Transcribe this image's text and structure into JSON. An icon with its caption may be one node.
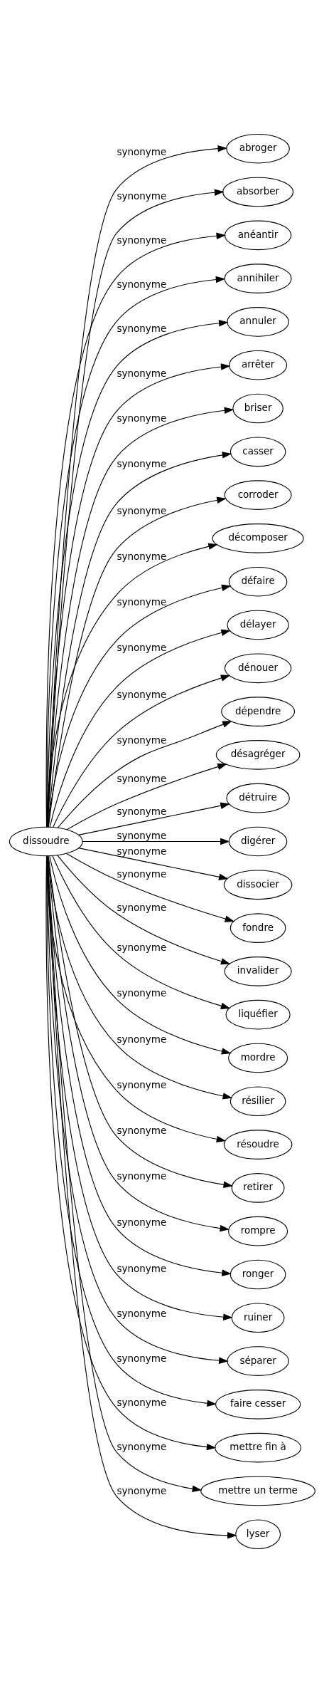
{
  "diagram": {
    "nodes": [
      {
        "text": [
          "dissoudre"
        ]
      },
      {
        "text": [
          "abroger"
        ]
      },
      {
        "text": [
          "absorber"
        ]
      },
      {
        "text": [
          "anéantir"
        ]
      },
      {
        "text": [
          "annihiler"
        ]
      },
      {
        "text": [
          "annuler"
        ]
      },
      {
        "text": [
          "arrêter"
        ]
      },
      {
        "text": [
          "briser"
        ]
      },
      {
        "text": [
          "casser"
        ]
      },
      {
        "text": [
          "corroder"
        ]
      },
      {
        "text": [
          "décomposer"
        ]
      },
      {
        "text": [
          "défaire"
        ]
      },
      {
        "text": [
          "délayer"
        ]
      },
      {
        "text": [
          "dénouer"
        ]
      },
      {
        "text": [
          "dépendre"
        ]
      },
      {
        "text": [
          "désagréger"
        ]
      },
      {
        "text": [
          "détruire"
        ]
      },
      {
        "text": [
          "digérer"
        ]
      },
      {
        "text": [
          "dissocier"
        ]
      },
      {
        "text": [
          "fondre"
        ]
      },
      {
        "text": [
          "invalider"
        ]
      },
      {
        "text": [
          "liquéfier"
        ]
      },
      {
        "text": [
          "mordre"
        ]
      },
      {
        "text": [
          "résilier"
        ]
      },
      {
        "text": [
          "résoudre"
        ]
      },
      {
        "text": [
          "retirer"
        ]
      },
      {
        "text": [
          "rompre"
        ]
      },
      {
        "text": [
          "ronger"
        ]
      },
      {
        "text": [
          "ruiner"
        ]
      },
      {
        "text": [
          "séparer"
        ]
      },
      {
        "text": [
          "faire cesser"
        ]
      },
      {
        "text": [
          "mettre fin à"
        ]
      },
      {
        "text": [
          "mettre un terme"
        ]
      },
      {
        "text": [
          "lyser"
        ]
      }
    ],
    "edges": [
      {
        "from": 0,
        "to": 1,
        "arrow": "to",
        "label": "synonyme"
      },
      {
        "from": 0,
        "to": 2,
        "arrow": "to",
        "label": "synonyme"
      },
      {
        "from": 0,
        "to": 3,
        "arrow": "to",
        "label": "synonyme"
      },
      {
        "from": 0,
        "to": 4,
        "arrow": "to",
        "label": "synonyme"
      },
      {
        "from": 0,
        "to": 5,
        "arrow": "to",
        "label": "synonyme"
      },
      {
        "from": 0,
        "to": 6,
        "arrow": "to",
        "label": "synonyme"
      },
      {
        "from": 0,
        "to": 7,
        "arrow": "to",
        "label": "synonyme"
      },
      {
        "from": 0,
        "to": 8,
        "arrow": "to",
        "label": "synonyme"
      },
      {
        "from": 0,
        "to": 9,
        "arrow": "to",
        "label": "synonyme"
      },
      {
        "from": 0,
        "to": 10,
        "arrow": "to",
        "label": "synonyme"
      },
      {
        "from": 0,
        "to": 11,
        "arrow": "to",
        "label": "synonyme"
      },
      {
        "from": 0,
        "to": 12,
        "arrow": "to",
        "label": "synonyme"
      },
      {
        "from": 0,
        "to": 13,
        "arrow": "to",
        "label": "synonyme"
      },
      {
        "from": 0,
        "to": 14,
        "arrow": "to",
        "label": "synonyme"
      },
      {
        "from": 0,
        "to": 15,
        "arrow": "to",
        "label": "synonyme"
      },
      {
        "from": 0,
        "to": 16,
        "arrow": "to",
        "label": "synonyme"
      },
      {
        "from": 0,
        "to": 17,
        "arrow": "to",
        "label": "synonyme"
      },
      {
        "from": 0,
        "to": 18,
        "arrow": "to",
        "label": "synonyme"
      },
      {
        "from": 0,
        "to": 19,
        "arrow": "to",
        "label": "synonyme"
      },
      {
        "from": 0,
        "to": 20,
        "arrow": "to",
        "label": "synonyme"
      },
      {
        "from": 0,
        "to": 21,
        "arrow": "to",
        "label": "synonyme"
      },
      {
        "from": 0,
        "to": 22,
        "arrow": "to",
        "label": "synonyme"
      },
      {
        "from": 0,
        "to": 23,
        "arrow": "to",
        "label": "synonyme"
      },
      {
        "from": 0,
        "to": 24,
        "arrow": "to",
        "label": "synonyme"
      },
      {
        "from": 0,
        "to": 25,
        "arrow": "to",
        "label": "synonyme"
      },
      {
        "from": 0,
        "to": 26,
        "arrow": "to",
        "label": "synonyme"
      },
      {
        "from": 0,
        "to": 27,
        "arrow": "to",
        "label": "synonyme"
      },
      {
        "from": 0,
        "to": 28,
        "arrow": "to",
        "label": "synonyme"
      },
      {
        "from": 0,
        "to": 29,
        "arrow": "to",
        "label": "synonyme"
      },
      {
        "from": 0,
        "to": 30,
        "arrow": "to",
        "label": "synonyme"
      },
      {
        "from": 0,
        "to": 31,
        "arrow": "to",
        "label": "synonyme"
      },
      {
        "from": 0,
        "to": 32,
        "arrow": "to",
        "label": "synonyme"
      },
      {
        "from": 0,
        "to": 33,
        "arrow": "to",
        "label": "synonyme"
      }
    ]
  }
}
